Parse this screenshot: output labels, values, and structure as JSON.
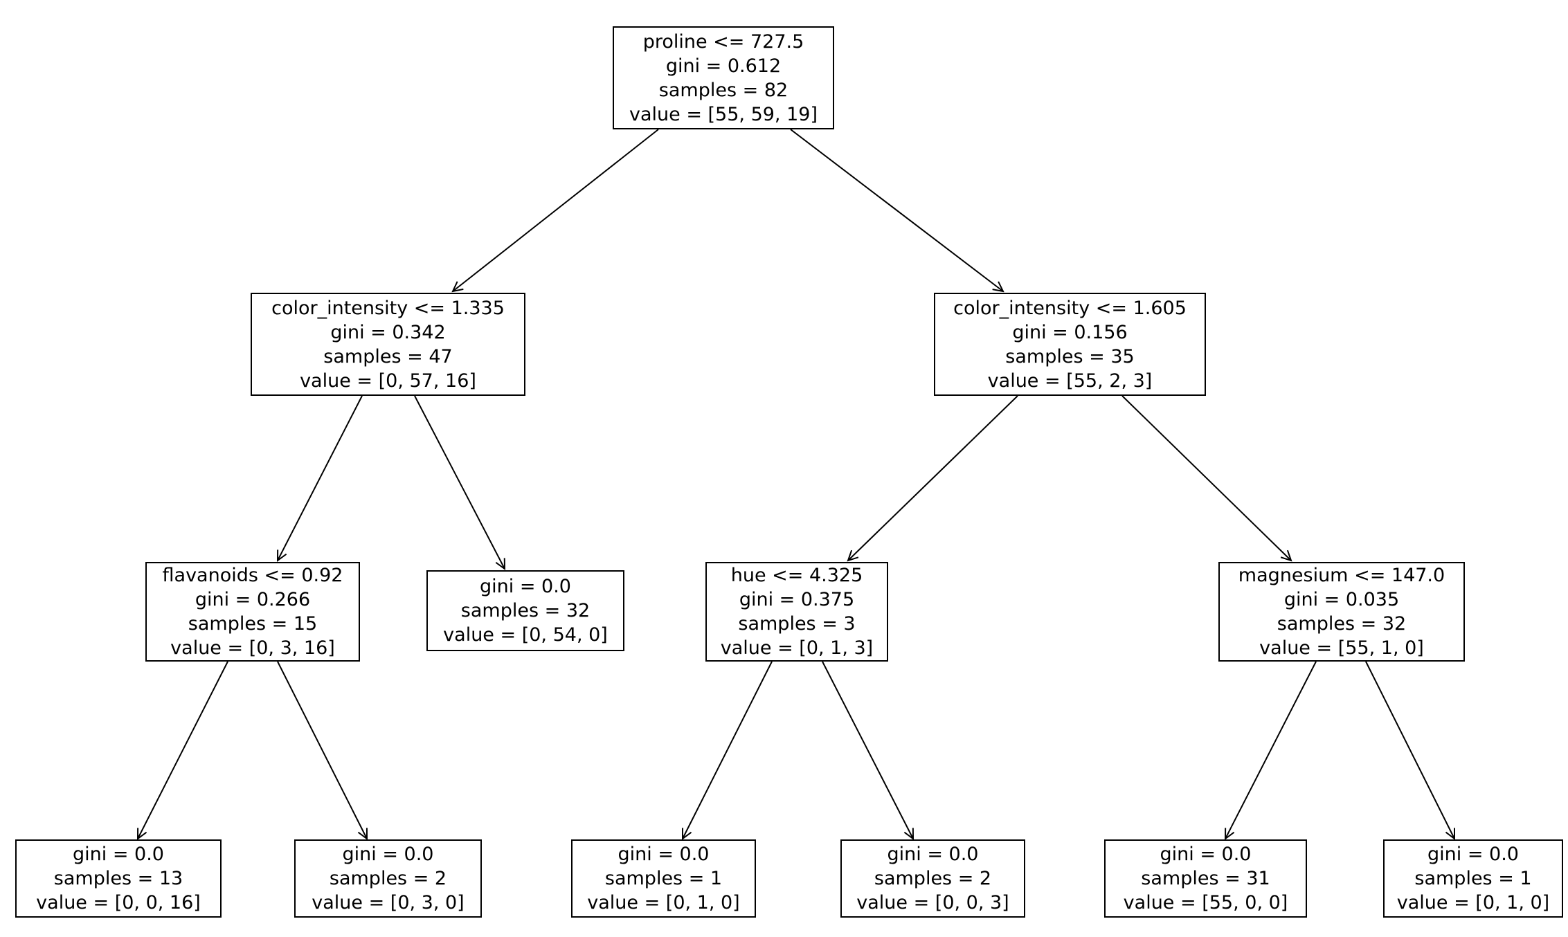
{
  "palette": {
    "background": "#ffffff",
    "node_fill": "#ffffff",
    "node_border": "#000000",
    "text": "#000000",
    "arrow": "#000000"
  },
  "tree": {
    "kind": "decision-tree",
    "depth": 3,
    "class_count": 3
  },
  "nodes": {
    "root": {
      "condition": "proline <= 727.5",
      "gini": "gini = 0.612",
      "samples": "samples = 82",
      "value": "value = [55, 59, 19]"
    },
    "l": {
      "condition": "color_intensity <= 1.335",
      "gini": "gini = 0.342",
      "samples": "samples = 47",
      "value": "value = [0, 57, 16]"
    },
    "r": {
      "condition": "color_intensity <= 1.605",
      "gini": "gini = 0.156",
      "samples": "samples = 35",
      "value": "value = [55, 2, 3]"
    },
    "ll": {
      "condition": "flavanoids <= 0.92",
      "gini": "gini = 0.266",
      "samples": "samples = 15",
      "value": "value = [0, 3, 16]"
    },
    "lr": {
      "gini": "gini = 0.0",
      "samples": "samples = 32",
      "value": "value = [0, 54, 0]"
    },
    "rl": {
      "condition": "hue <= 4.325",
      "gini": "gini = 0.375",
      "samples": "samples = 3",
      "value": "value = [0, 1, 3]"
    },
    "rr": {
      "condition": "magnesium <= 147.0",
      "gini": "gini = 0.035",
      "samples": "samples = 32",
      "value": "value = [55, 1, 0]"
    },
    "lll": {
      "gini": "gini = 0.0",
      "samples": "samples = 13",
      "value": "value = [0, 0, 16]"
    },
    "llr": {
      "gini": "gini = 0.0",
      "samples": "samples = 2",
      "value": "value = [0, 3, 0]"
    },
    "rll": {
      "gini": "gini = 0.0",
      "samples": "samples = 1",
      "value": "value = [0, 1, 0]"
    },
    "rlr": {
      "gini": "gini = 0.0",
      "samples": "samples = 2",
      "value": "value = [0, 0, 3]"
    },
    "rrl": {
      "gini": "gini = 0.0",
      "samples": "samples = 31",
      "value": "value = [55, 0, 0]"
    },
    "rrr": {
      "gini": "gini = 0.0",
      "samples": "samples = 1",
      "value": "value = [0, 1, 0]"
    }
  }
}
